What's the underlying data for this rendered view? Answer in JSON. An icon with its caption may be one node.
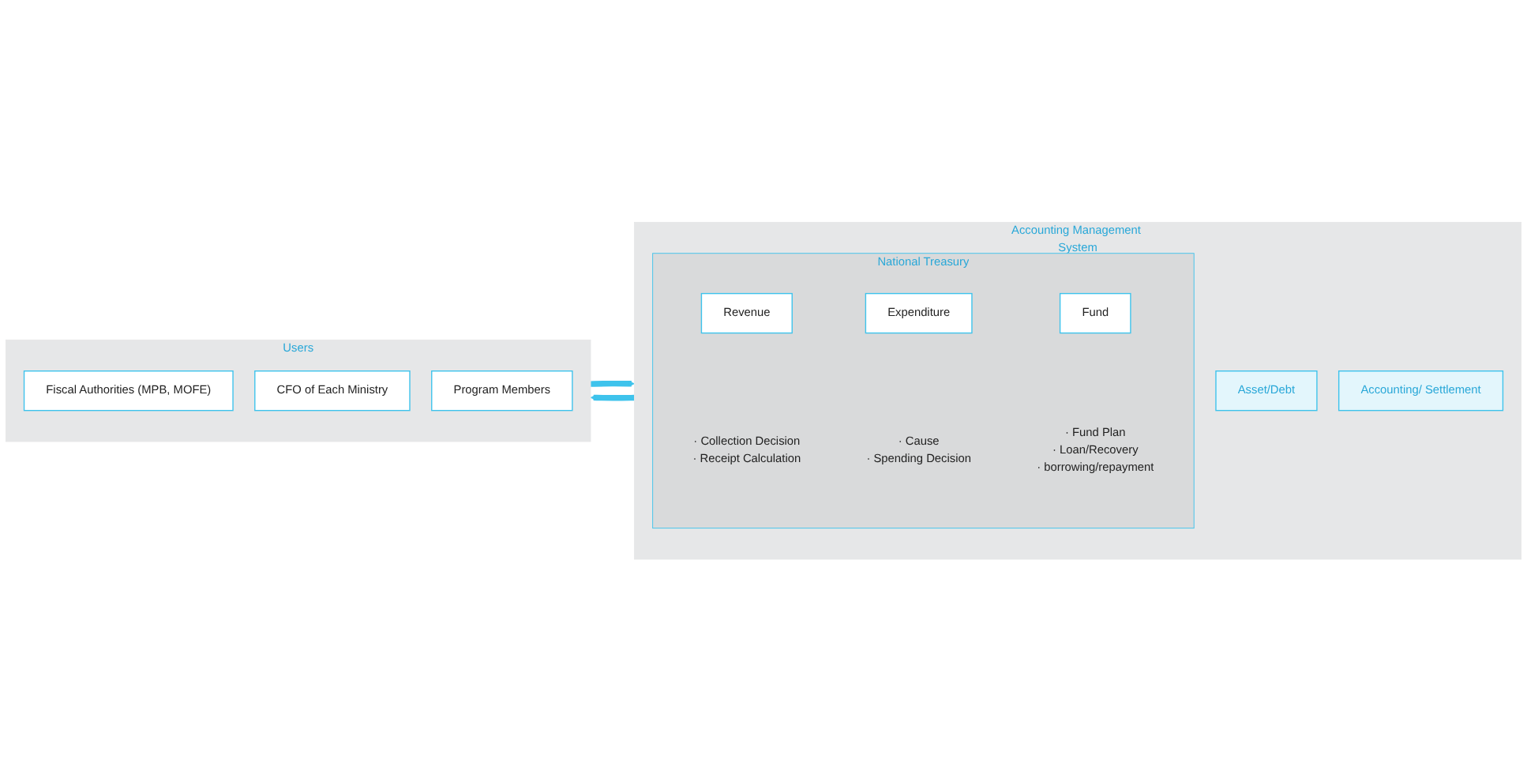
{
  "diagram": {
    "nodes": [
      {
        "text": [
          "Accounting Management System"
        ]
      },
      {
        "text": [
          "National Treasury"
        ],
        "in": 0
      },
      {
        "text": [
          "Revenue"
        ],
        "in": 1,
        "beside": [
          "· Collection Decision",
          "· Receipt Calculation"
        ]
      },
      {
        "text": [
          "Expenditure"
        ],
        "in": 1,
        "beside": [
          "· Cause",
          "· Spending Decision"
        ]
      },
      {
        "text": [
          "Fund"
        ],
        "in": 1,
        "beside": [
          "· Fund Plan",
          "· Loan/Recovery",
          "· borrowing/repayment"
        ]
      },
      {
        "text": [
          "Asset/Debt"
        ],
        "in": 0
      },
      {
        "text": [
          "Accounting/ Settlement"
        ],
        "in": 0
      },
      {
        "text": [
          "Users"
        ]
      },
      {
        "text": [
          "Fiscal Authorities (MPB, MOFE)"
        ],
        "in": 7
      },
      {
        "text": [
          "CFO of Each Ministry"
        ],
        "in": 7
      },
      {
        "text": [
          "Program Members"
        ],
        "in": 7
      }
    ],
    "edges": [
      {
        "from": 0,
        "to": 7,
        "arrow": "to"
      },
      {
        "from": 7,
        "to": 0,
        "arrow": "to"
      }
    ]
  }
}
